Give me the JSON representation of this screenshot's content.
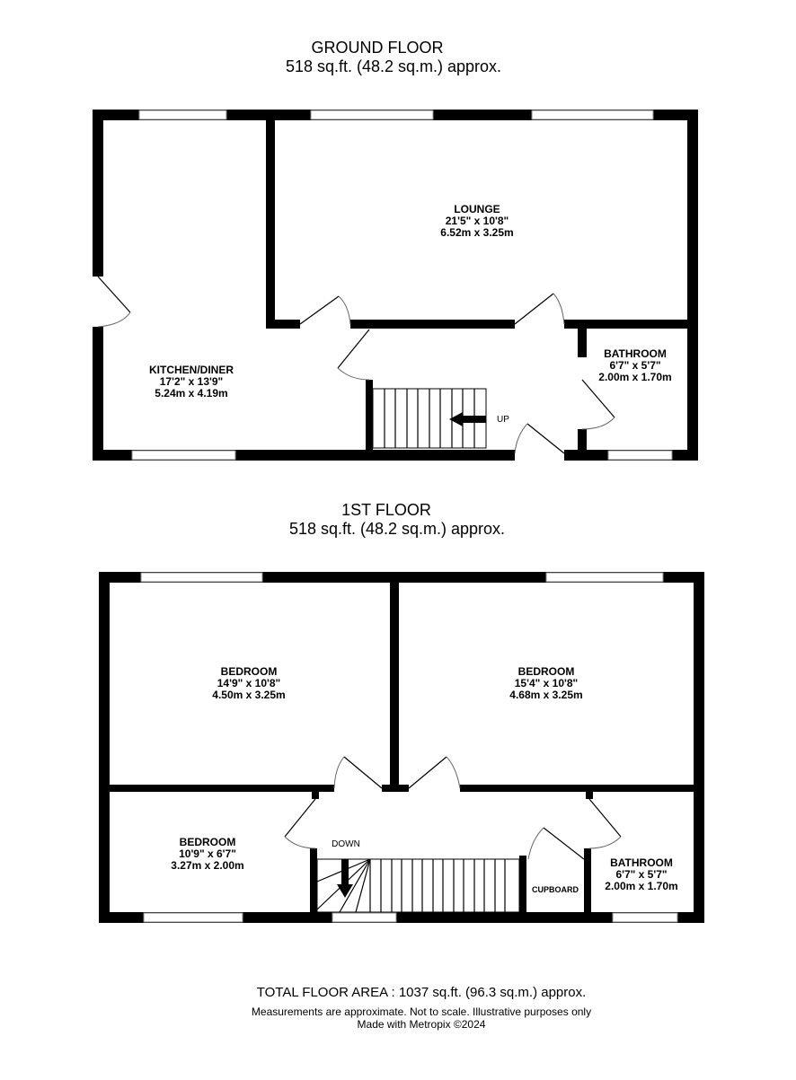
{
  "ground_floor": {
    "title": "GROUND FLOOR",
    "area": "518 sq.ft. (48.2 sq.m.) approx.",
    "rooms": [
      {
        "name": "LOUNGE",
        "imperial": "21'5\"  x 10'8\"",
        "metric": "6.52m  x 3.25m"
      },
      {
        "name": "KITCHEN/DINER",
        "imperial": "17'2\"  x 13'9\"",
        "metric": "5.24m  x 4.19m"
      },
      {
        "name": "BATHROOM",
        "imperial": "6'7\"  x 5'7\"",
        "metric": "2.00m  x 1.70m"
      }
    ],
    "stairs_label": "UP"
  },
  "first_floor": {
    "title": "1ST FLOOR",
    "area": "518 sq.ft. (48.2 sq.m.) approx.",
    "rooms": [
      {
        "name": "BEDROOM",
        "imperial": "14'9\"  x 10'8\"",
        "metric": "4.50m  x 3.25m"
      },
      {
        "name": "BEDROOM",
        "imperial": "15'4\"  x 10'8\"",
        "metric": "4.68m  x 3.25m"
      },
      {
        "name": "BEDROOM",
        "imperial": "10'9\"  x 6'7\"",
        "metric": "3.27m  x 2.00m"
      },
      {
        "name": "BATHROOM",
        "imperial": "6'7\"  x 5'7\"",
        "metric": "2.00m  x 1.70m"
      }
    ],
    "cupboard_label": "CUPBOARD",
    "stairs_label": "DOWN"
  },
  "footer": {
    "total": "TOTAL FLOOR AREA : 1037 sq.ft. (96.3 sq.m.) approx.",
    "disclaimer": "Measurements are approximate.  Not to scale.  Illustrative purposes only",
    "credit": "Made with Metropix ©2024"
  }
}
